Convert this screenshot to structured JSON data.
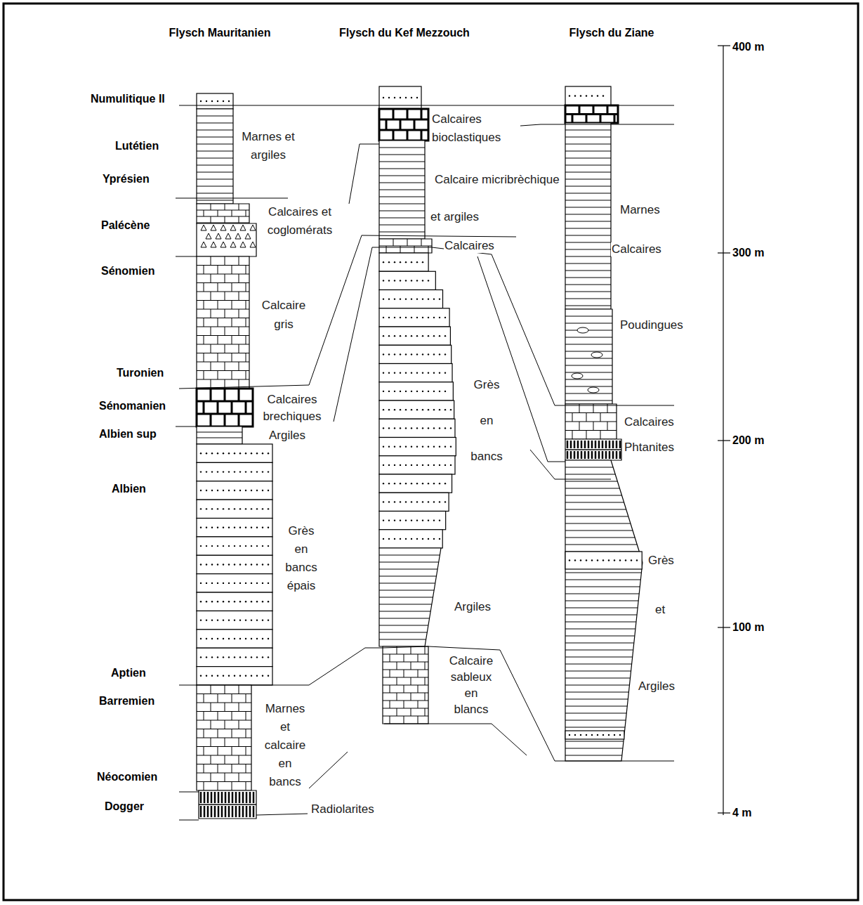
{
  "diagram": {
    "labels": [
      "Flysch Mauritanien",
      "Flysch du Kef Mezzouch",
      "Flysch du Ziane",
      "400 m",
      "300 m",
      "200 m",
      "100 m",
      "4 m",
      "Numulitique II",
      "Lutétien",
      "Yprésien",
      "Palécène",
      "Sénomien",
      "Turonien",
      "Sénomanien",
      "Albien sup",
      "Albien",
      "Aptien",
      "Barremien",
      "Néocomien",
      "Dogger",
      "Marnes et argiles",
      "Calcaires et coglomérats",
      "Calcaire gris",
      "Calcaires brechiques",
      "Argiles",
      "Grès en bancs épais",
      "Marnes et calcaire en bancs",
      "Radiolarites",
      "Calcaires bioclastiques",
      "Calcaire micribrèchique",
      "et argiles",
      "Calcaires",
      "Grès en bancs",
      "Argiles",
      "Calcaire sableux en blancs",
      "Marnes",
      "Calcaires",
      "Poudingues",
      "Calcaires",
      "Phtanites",
      "Grès",
      "et",
      "Argiles"
    ]
  }
}
